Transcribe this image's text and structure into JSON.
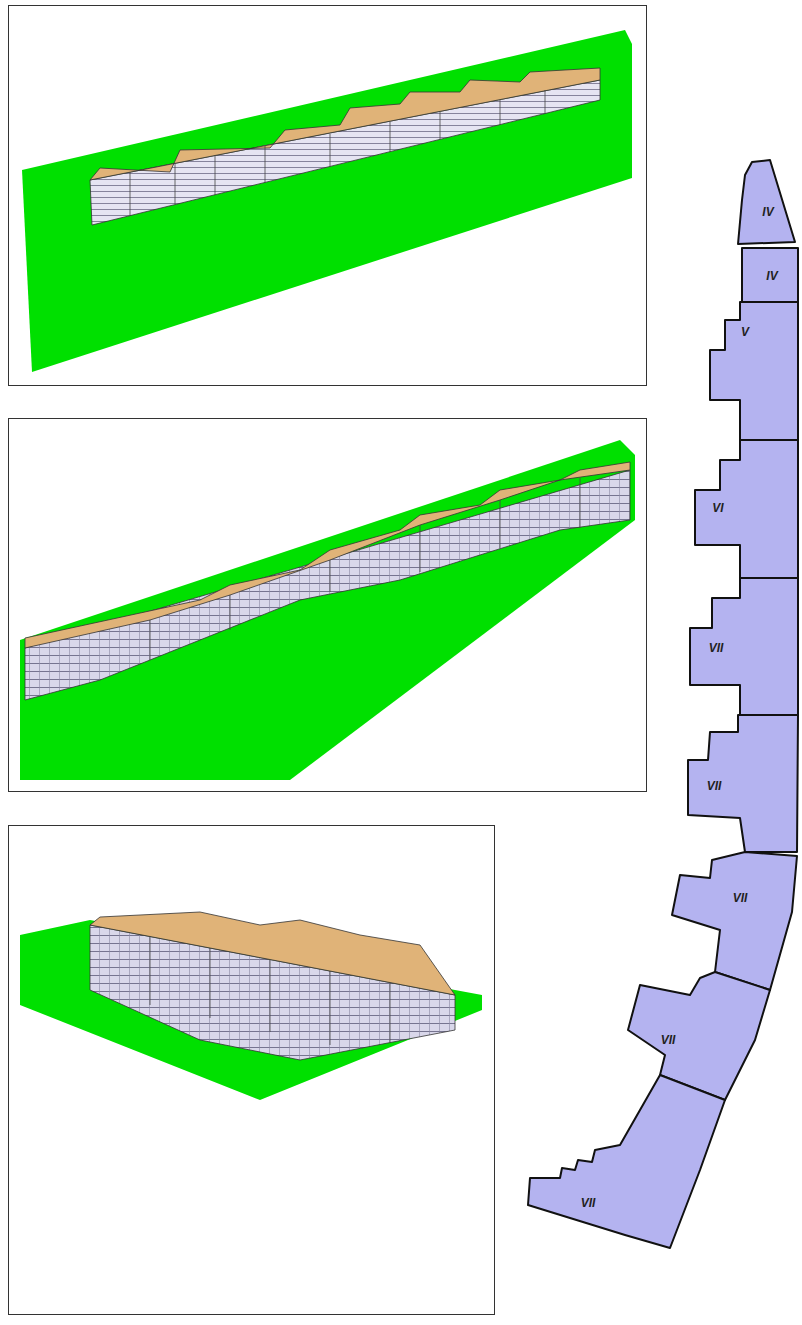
{
  "diagram": {
    "nodes": [
      {
        "text": [
          "IV"
        ]
      },
      {
        "text": [
          "IV"
        ]
      },
      {
        "text": [
          "V"
        ]
      },
      {
        "text": [
          "VI"
        ]
      },
      {
        "text": [
          "VII"
        ]
      },
      {
        "text": [
          "VII"
        ]
      },
      {
        "text": [
          "VII"
        ]
      },
      {
        "text": [
          "VII"
        ]
      },
      {
        "text": [
          "VII"
        ]
      }
    ]
  }
}
